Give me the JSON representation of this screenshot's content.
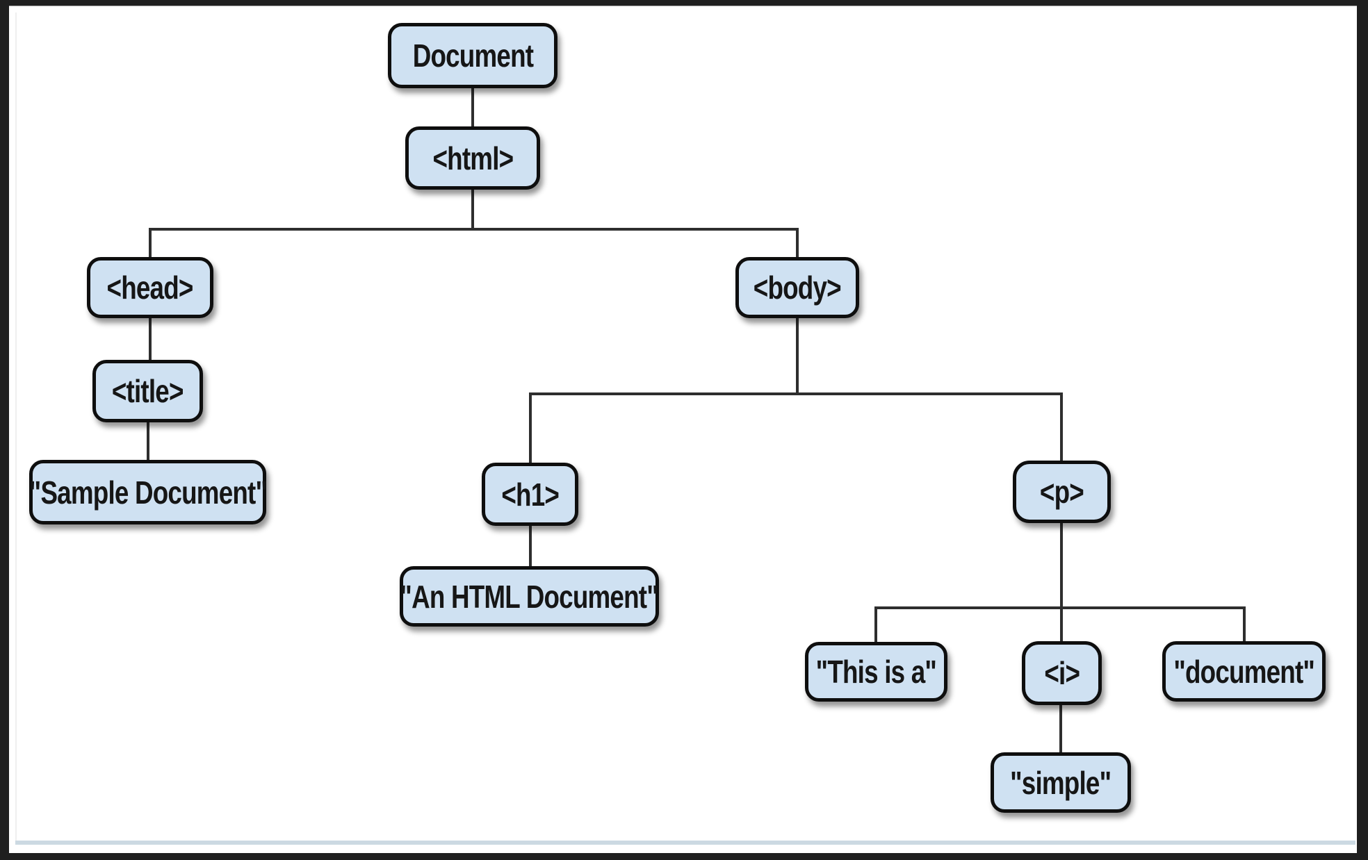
{
  "diagram": {
    "nodes": {
      "document": {
        "label": "Document"
      },
      "html": {
        "label": "<html>"
      },
      "head": {
        "label": "<head>"
      },
      "title": {
        "label": "<title>"
      },
      "sample_text": {
        "label": "\"Sample Document\""
      },
      "body": {
        "label": "<body>"
      },
      "h1": {
        "label": "<h1>"
      },
      "h1_text": {
        "label": "\"An HTML Document\""
      },
      "p": {
        "label": "<p>"
      },
      "p_text1": {
        "label": "\"This is a\""
      },
      "i": {
        "label": "<i>"
      },
      "p_text2": {
        "label": "\"document\""
      },
      "i_text": {
        "label": "\"simple\""
      }
    },
    "edges": [
      {
        "from": "document",
        "to": "html"
      },
      {
        "from": "html",
        "to": "head"
      },
      {
        "from": "html",
        "to": "body"
      },
      {
        "from": "head",
        "to": "title"
      },
      {
        "from": "title",
        "to": "sample_text"
      },
      {
        "from": "body",
        "to": "h1"
      },
      {
        "from": "body",
        "to": "p"
      },
      {
        "from": "h1",
        "to": "h1_text"
      },
      {
        "from": "p",
        "to": "p_text1"
      },
      {
        "from": "p",
        "to": "i"
      },
      {
        "from": "p",
        "to": "p_text2"
      },
      {
        "from": "i",
        "to": "i_text"
      }
    ],
    "colors": {
      "node_fill": "#cfe1f2",
      "node_border": "#0e0e0e",
      "connector": "#2e2e2e",
      "page_background": "#ffffff",
      "frame_background": "#1f1f1f",
      "footer_bar": "#ccd9e2"
    }
  }
}
